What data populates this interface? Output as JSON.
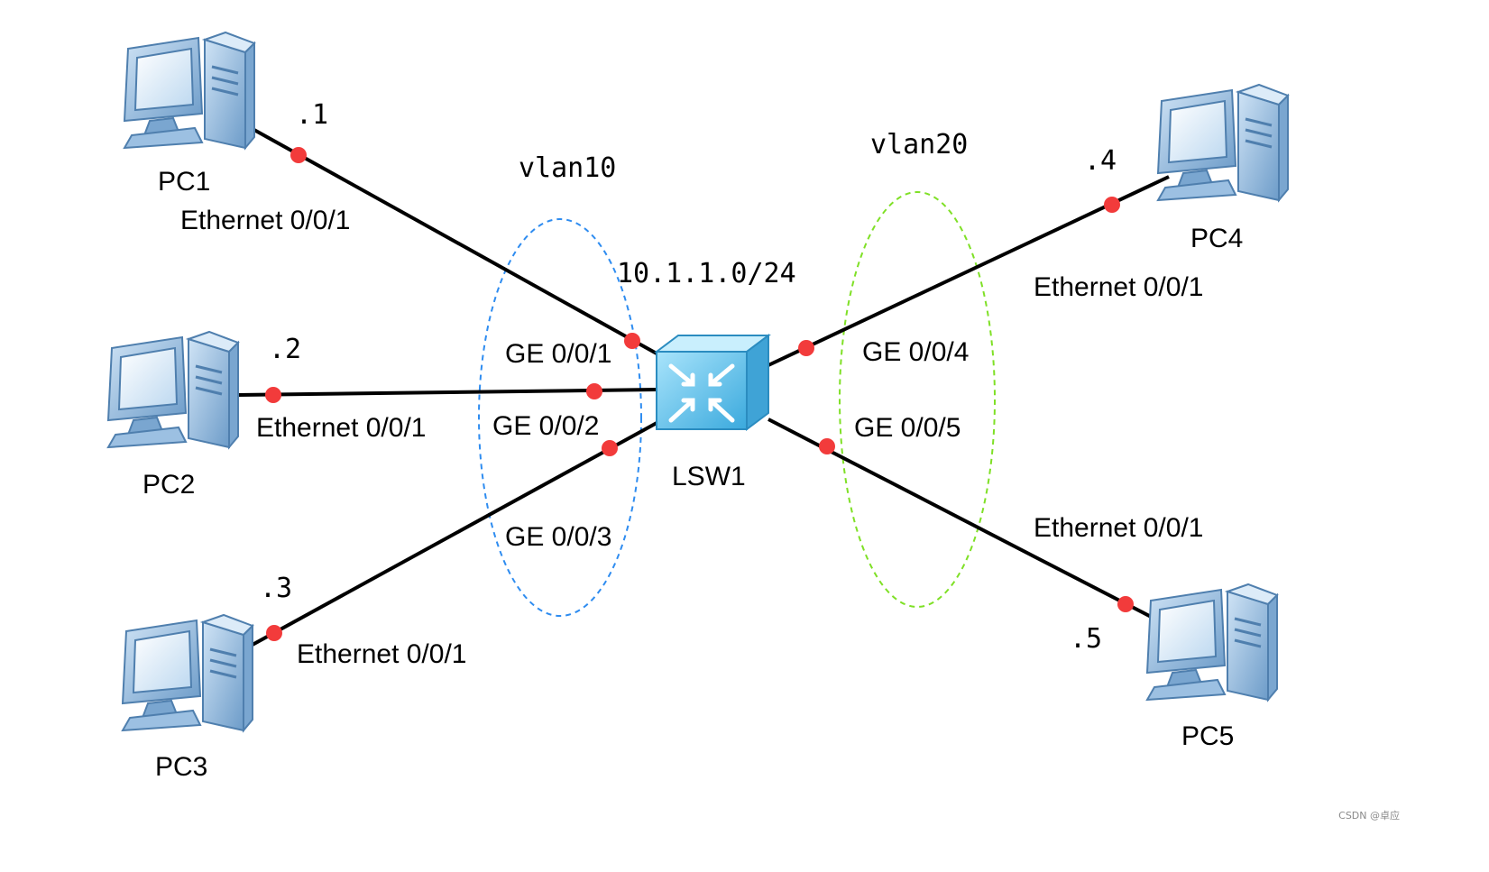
{
  "network": {
    "subnet": "10.1.1.0/24",
    "switch": {
      "name": "LSW1"
    },
    "vlans": [
      {
        "id": "vlan10",
        "label": "vlan10",
        "color": "#2e8cf0"
      },
      {
        "id": "vlan20",
        "label": "vlan20",
        "color": "#7fe026"
      }
    ],
    "pcs": [
      {
        "name": "PC1",
        "host": ".1",
        "interface": "Ethernet 0/0/1",
        "switch_port": "GE 0/0/1",
        "vlan": "vlan10"
      },
      {
        "name": "PC2",
        "host": ".2",
        "interface": "Ethernet 0/0/1",
        "switch_port": "GE 0/0/2",
        "vlan": "vlan10"
      },
      {
        "name": "PC3",
        "host": ".3",
        "interface": "Ethernet 0/0/1",
        "switch_port": "GE 0/0/3",
        "vlan": "vlan10"
      },
      {
        "name": "PC4",
        "host": ".4",
        "interface": "Ethernet 0/0/1",
        "switch_port": "GE 0/0/4",
        "vlan": "vlan20"
      },
      {
        "name": "PC5",
        "host": ".5",
        "interface": "Ethernet 0/0/1",
        "switch_port": "GE 0/0/5",
        "vlan": "vlan20"
      }
    ]
  },
  "colors": {
    "link": "#000000",
    "port_dot": "#f23b3b",
    "pc_body": "#8fb6dc",
    "pc_screen": "#e6f1fb",
    "switch_body": "#6cc7ef"
  },
  "watermark": "CSDN @卓应"
}
